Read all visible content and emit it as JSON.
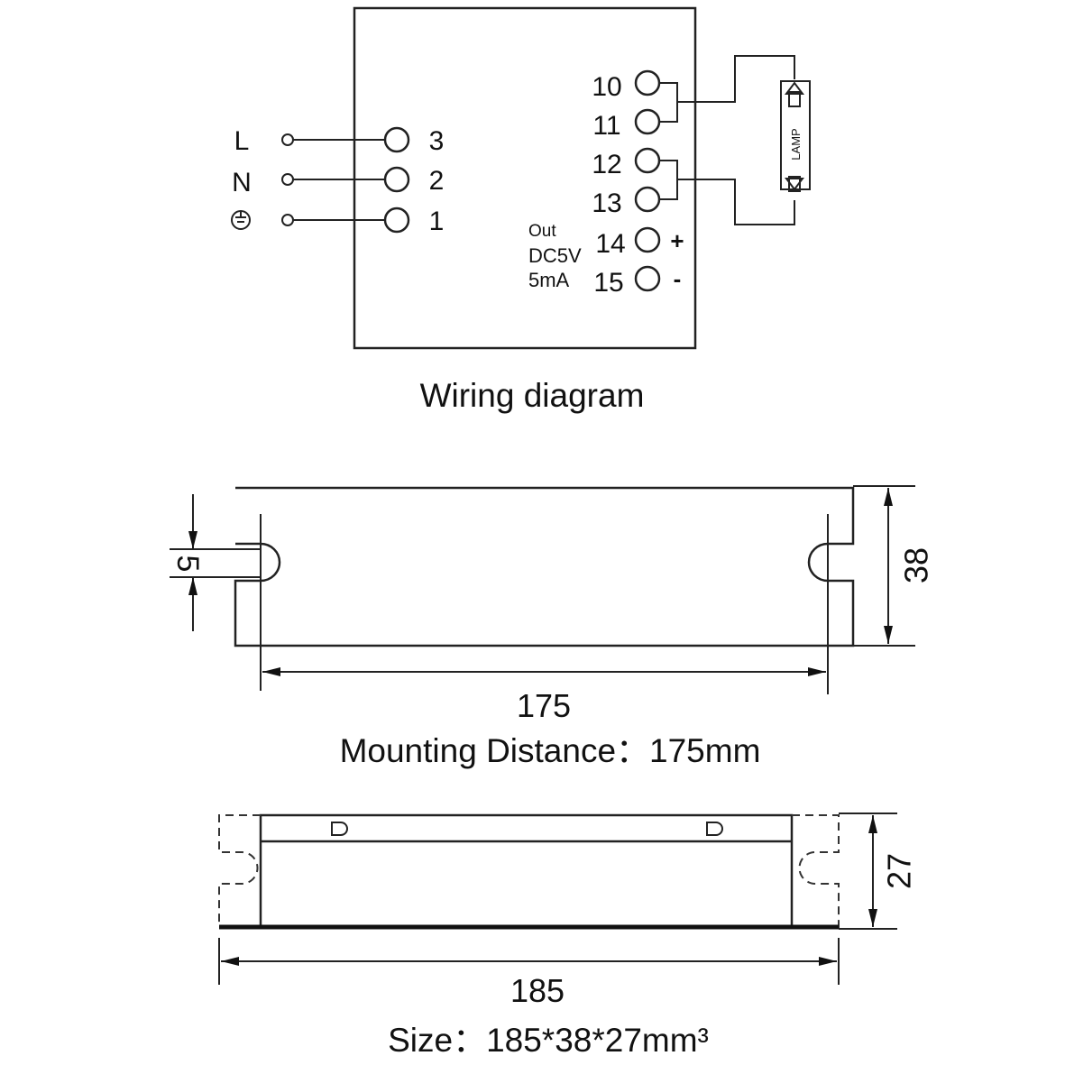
{
  "wiring": {
    "caption": "Wiring diagram",
    "inputs": [
      {
        "label": "L",
        "terminal": "3"
      },
      {
        "label": "N",
        "terminal": "2"
      },
      {
        "label": "⏚",
        "terminal": "1"
      }
    ],
    "outputs": [
      {
        "terminal": "10",
        "sign": ""
      },
      {
        "terminal": "11",
        "sign": ""
      },
      {
        "terminal": "12",
        "sign": ""
      },
      {
        "terminal": "13",
        "sign": ""
      },
      {
        "terminal": "14",
        "sign": "+"
      },
      {
        "terminal": "15",
        "sign": "-"
      }
    ],
    "out_note": [
      "Out",
      "DC5V",
      "5mA"
    ],
    "lamp_label": "LAMP"
  },
  "top_view": {
    "slot_dim": "5",
    "height_dim": "38",
    "width_dim": "175",
    "caption": "Mounting  Distance：175mm"
  },
  "side_view": {
    "height_dim": "27",
    "width_dim": "185",
    "caption": "Size：185*38*27mm³"
  }
}
